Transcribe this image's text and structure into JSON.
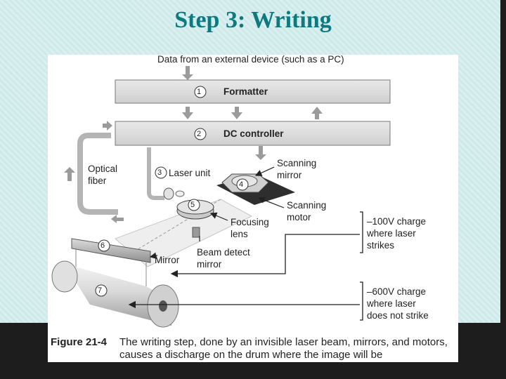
{
  "slide": {
    "title": "Step 3: Writing"
  },
  "figure": {
    "top_label": "Data from an external device (such as a PC)",
    "formatter": {
      "number": "1",
      "label": "Formatter"
    },
    "dc_controller": {
      "number": "2",
      "label": "DC controller"
    },
    "laser_unit": {
      "number": "3",
      "label": "Laser unit"
    },
    "scanning_mirror": {
      "number": "4",
      "label_line1": "Scanning",
      "label_line2": "mirror"
    },
    "scanning_motor": {
      "label_line1": "Scanning",
      "label_line2": "motor"
    },
    "focusing_lens": {
      "number": "5",
      "label_line1": "Focusing",
      "label_line2": "lens"
    },
    "mirror": {
      "number": "6",
      "label": "Mirror"
    },
    "beam_detect": {
      "label_line1": "Beam detect",
      "label_line2": "mirror"
    },
    "optical_fiber": {
      "label_line1": "Optical",
      "label_line2": "fiber"
    },
    "drum": {
      "number": "7"
    },
    "charge_struck": {
      "line1": "–100V charge",
      "line2": "where laser",
      "line3": "strikes"
    },
    "charge_not_struck": {
      "line1": "–600V charge",
      "line2": "where laser",
      "line3": "does not strike"
    },
    "caption": {
      "label": "Figure 21-4",
      "text": "The writing step, done by an invisible laser beam, mirrors, and motors, causes a discharge on the drum where the image will be"
    }
  }
}
